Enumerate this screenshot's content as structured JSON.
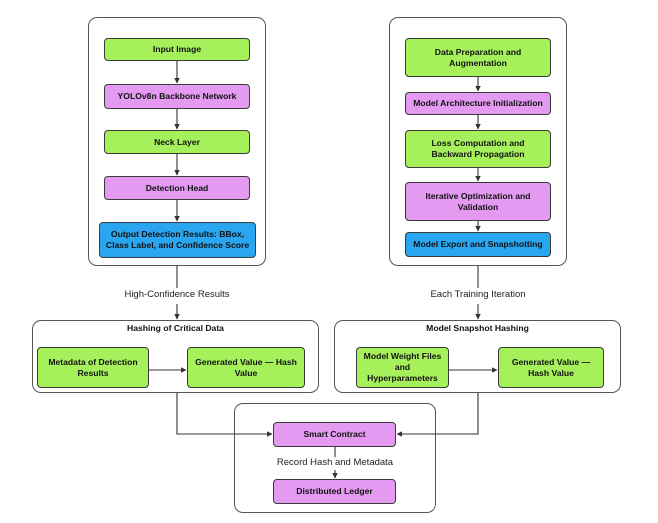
{
  "colors": {
    "green": "#a6f05c",
    "purple": "#e49af0",
    "blue": "#2aa6f0"
  },
  "left_pipeline": {
    "steps": [
      "Input Image",
      "YOLOv8n Backbone Network",
      "Neck Layer",
      "Detection Head",
      "Output Detection Results: BBox, Class Label, and Confidence Score"
    ]
  },
  "right_pipeline": {
    "steps": [
      "Data Preparation and Augmentation",
      "Model Architecture Initialization",
      "Loss Computation and Backward Propagation",
      "Iterative Optimization and Validation",
      "Model Export and Snapshotting"
    ]
  },
  "edge_labels": {
    "left": "High-Confidence Results",
    "right": "Each Training Iteration",
    "bottom": "Record Hash and Metadata"
  },
  "hashing_left": {
    "title": "Hashing of Critical Data",
    "source": "Metadata of Detection Results",
    "target": "Generated Value — Hash Value"
  },
  "hashing_right": {
    "title": "Model Snapshot Hashing",
    "source": "Model Weight Files and Hyperparameters",
    "target": "Generated Value — Hash Value"
  },
  "bottom": {
    "contract": "Smart Contract",
    "ledger": "Distributed Ledger"
  }
}
